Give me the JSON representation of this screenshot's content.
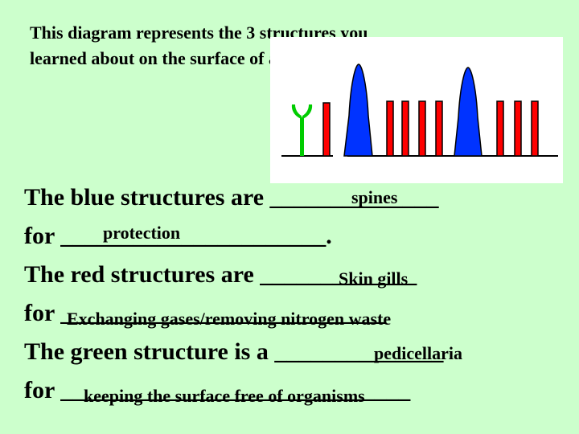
{
  "intro": {
    "line1": "This diagram represents the 3 structures you",
    "line2": "learned about on the surface of a starfish."
  },
  "colors": {
    "background": "#ccffcc",
    "blue": "#0033ff",
    "red": "#ff0000",
    "green": "#00cc00"
  },
  "lines": [
    {
      "text": "The blue structures are ______________"
    },
    {
      "text": "for ______________________."
    },
    {
      "text": "The red structures are _____________"
    },
    {
      "text": "for ___________________________"
    },
    {
      "text": "The green structure is a ______________"
    },
    {
      "text": "for _____________________________"
    }
  ],
  "answers": {
    "blue": "spines",
    "blue_purpose": "protection",
    "red": "Skin gills",
    "red_purpose": "Exchanging gases/removing nitrogen waste",
    "green": "pedicellaria",
    "green_purpose": "keeping the surface free of organisms"
  }
}
